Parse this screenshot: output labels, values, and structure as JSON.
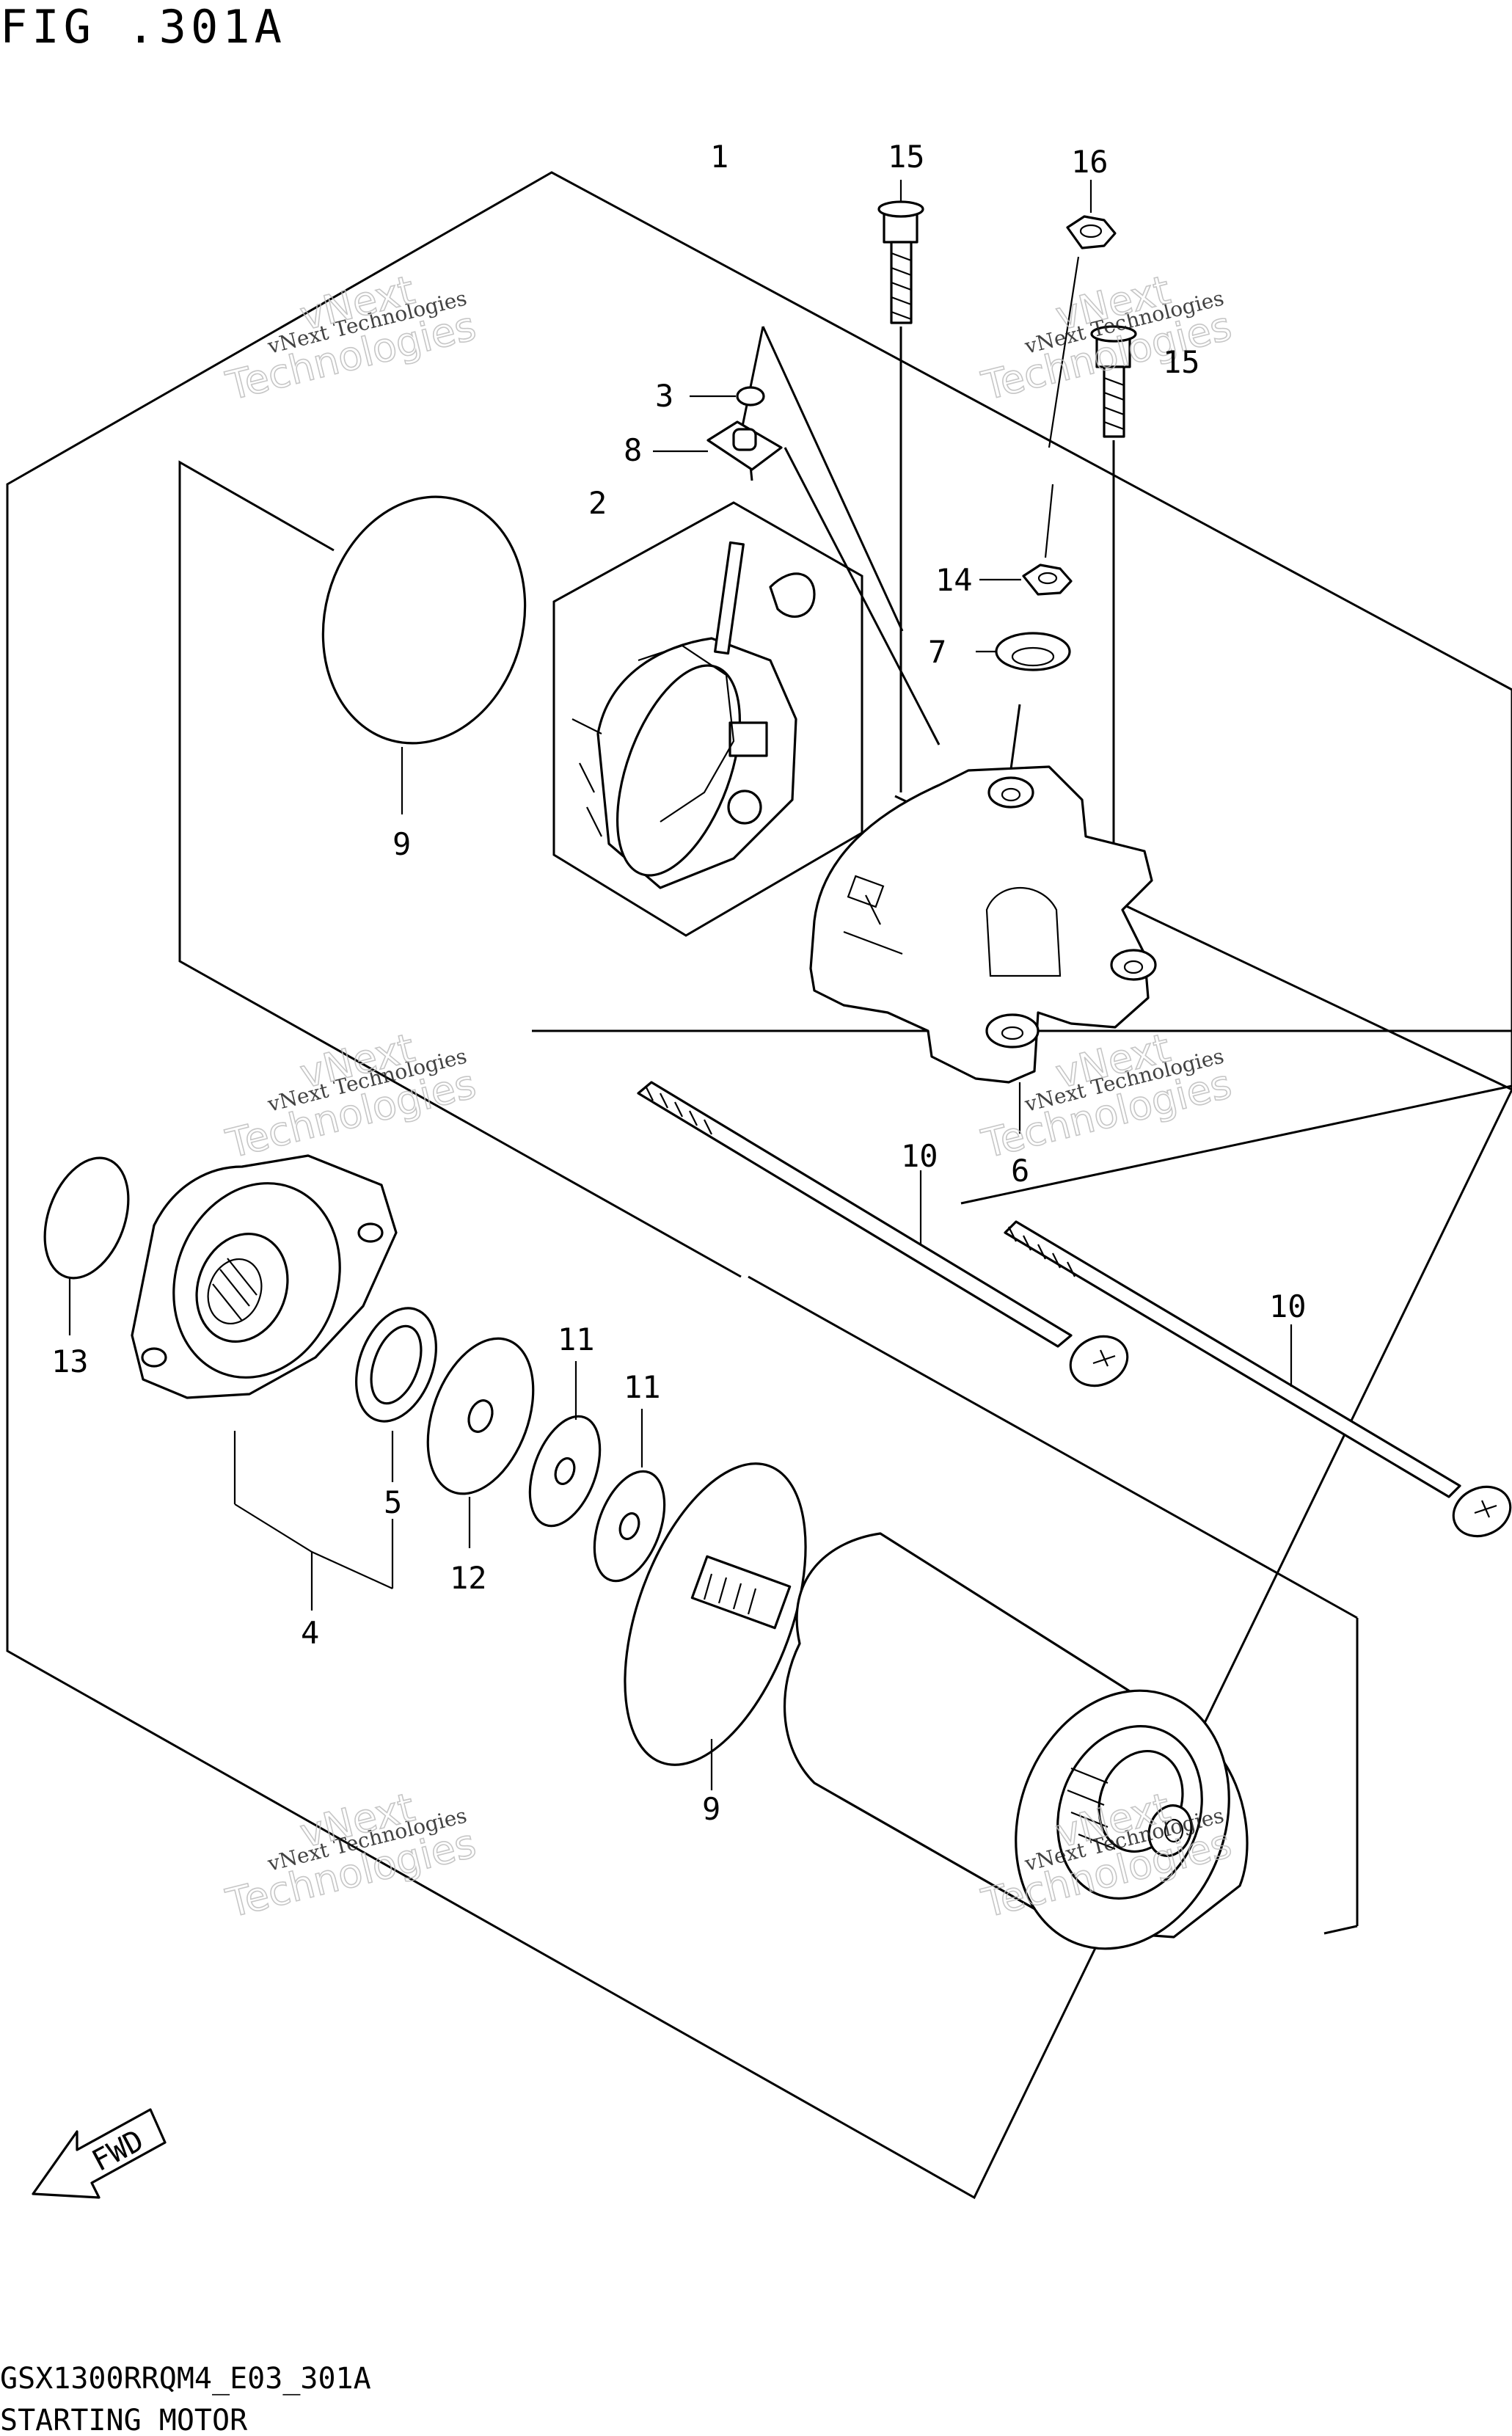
{
  "figure": {
    "title": "FIG .301A",
    "code": "GSX1300RRQM4_E03_301A",
    "caption": "STARTING MOTOR"
  },
  "callouts": [
    "1",
    "15",
    "16",
    "15",
    "3",
    "8",
    "2",
    "14",
    "7",
    "9",
    "6",
    "10",
    "10",
    "13",
    "11",
    "11",
    "5",
    "12",
    "4",
    "9"
  ],
  "watermark": {
    "line1": "vNext Technologies",
    "line2": "vNext",
    "line3": "Technologies"
  },
  "fwd_label": "FWD",
  "colors": {
    "ink": "#000000",
    "paper": "#ffffff",
    "watermark": "#bdbdbd"
  }
}
